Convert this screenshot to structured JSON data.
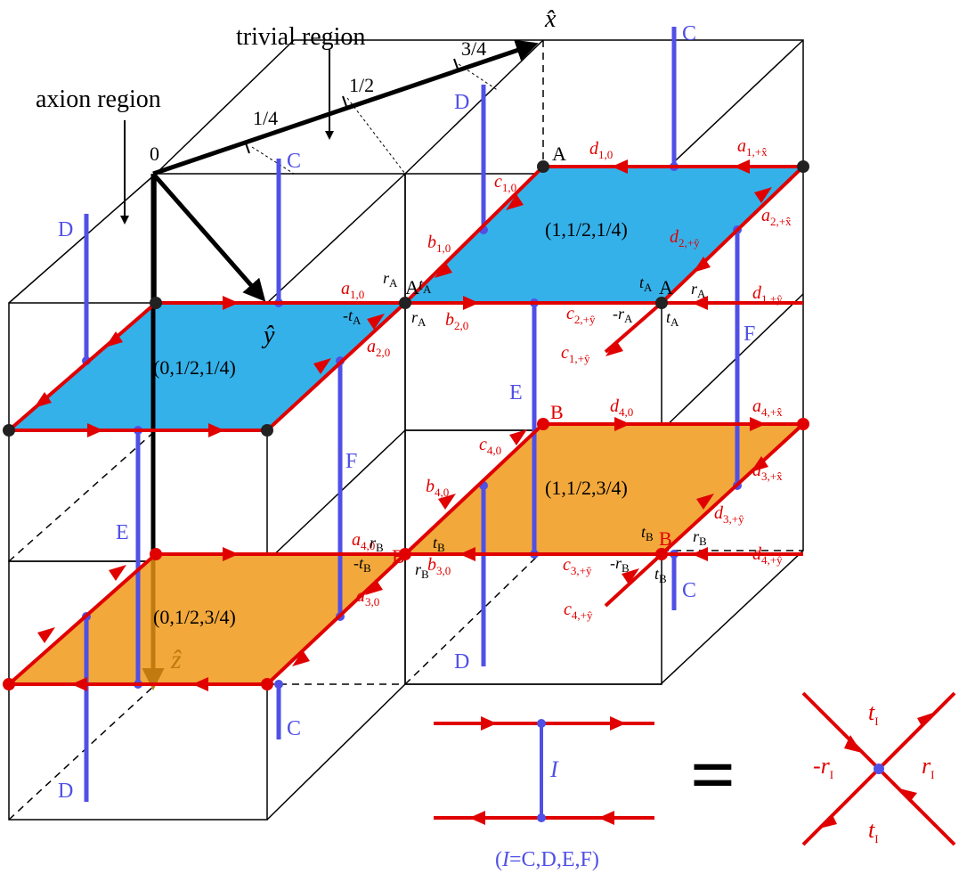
{
  "labels": {
    "trivial_region": "trivial region",
    "axion_region": "axion region",
    "x_hat": "x̂",
    "y_hat": "ŷ",
    "z_hat": "ẑ",
    "tick_0": "0",
    "tick_1_4": "1/4",
    "tick_1_2": "1/2",
    "tick_3_4": "3/4",
    "plaq_top_left": "(0,1/2,1/4)",
    "plaq_top_right": "(1,1/2,1/4)",
    "plaq_bot_left": "(0,1/2,3/4)",
    "plaq_bot_right": "(1,1/2,3/4)",
    "node_A": "A",
    "node_B": "B",
    "vert_C": "C",
    "vert_D": "D",
    "vert_E": "E",
    "vert_F": "F",
    "legend_I": "I",
    "legend_caption_pre": "(",
    "legend_caption_I": "I",
    "legend_caption_post": "=C,D,E,F)",
    "equals": "=",
    "t_I": "t",
    "r_I": "r",
    "neg_r_I": "-r",
    "sub_I": "I"
  },
  "edge_labels": {
    "a10": [
      "a",
      "1,0"
    ],
    "b10": [
      "b",
      "1,0"
    ],
    "c10": [
      "c",
      "1,0"
    ],
    "d10": [
      "d",
      "1,0"
    ],
    "a20": [
      "a",
      "2,0"
    ],
    "b20": [
      "b",
      "2,0"
    ],
    "a1x": [
      "a",
      "1,+x̂"
    ],
    "a2x": [
      "a",
      "2,+x̂"
    ],
    "d2y": [
      "d",
      "2,+ŷ"
    ],
    "d1y": [
      "d",
      "1,+ŷ"
    ],
    "c2y": [
      "c",
      "2,+ŷ"
    ],
    "c1y": [
      "c",
      "1,+ŷ"
    ],
    "a30": [
      "a",
      "3,0"
    ],
    "a40": [
      "a",
      "4,0"
    ],
    "b30": [
      "b",
      "3,0"
    ],
    "b40": [
      "b",
      "4,0"
    ],
    "c40": [
      "c",
      "4,0"
    ],
    "d40": [
      "d",
      "4,0"
    ],
    "a3x": [
      "a",
      "3,+x̂"
    ],
    "a4x": [
      "a",
      "4,+x̂"
    ],
    "d3y": [
      "d",
      "3,+ŷ"
    ],
    "d4y": [
      "d",
      "4,+ŷ"
    ],
    "c3y": [
      "c",
      "3,+ŷ"
    ],
    "c4y": [
      "c",
      "4,+ŷ"
    ]
  },
  "coef": {
    "t": "t",
    "r": "r",
    "neg_t": "-t",
    "neg_r": "-r",
    "sub_A": "A",
    "sub_B": "B"
  },
  "colors": {
    "red": "#e00000",
    "blue": "#5050e6",
    "cyan": "#35b1e9",
    "orange": "#f2a83b",
    "black": "#000000"
  }
}
